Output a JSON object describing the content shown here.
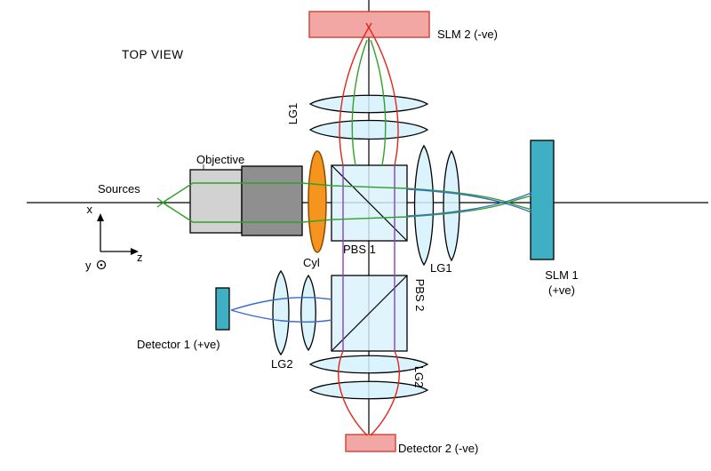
{
  "diagram": {
    "view_label": "TOP VIEW",
    "components": {
      "slm2": {
        "label": "SLM 2 (-ve)"
      },
      "slm1": {
        "label_line1": "SLM 1",
        "label_line2": "(+ve)"
      },
      "lg1_top": {
        "label": "LG1"
      },
      "lg1_right": {
        "label": "LG1"
      },
      "lg2_left": {
        "label": "LG2"
      },
      "lg2_bottom": {
        "label": "LG2"
      },
      "pbs1": {
        "label": "PBS 1"
      },
      "pbs2": {
        "label": "PBS 2"
      },
      "cyl": {
        "label": "Cyl"
      },
      "objective": {
        "label": "Objective"
      },
      "sources": {
        "label": "Sources"
      },
      "detector1": {
        "label": "Detector 1 (+ve)"
      },
      "detector2": {
        "label": "Detector 2 (-ve)"
      }
    },
    "axes": {
      "x": "x",
      "y": "y",
      "z": "z"
    }
  },
  "colors": {
    "pink_fill": "#f3a7a5",
    "pink_border": "#cf4a45",
    "teal_fill": "#3fb0c4",
    "lens_fill": "#d5f1fb",
    "pbs_fill": "#d8f2fb",
    "cyl_fill": "#f5941e",
    "cyl_border": "#8a4a00",
    "objective_light": "#d2d2d2",
    "objective_dark": "#8f8f8f",
    "ray_green": "#2fa32a",
    "ray_red": "#e1251b",
    "ray_blue": "#3a6cc6",
    "ray_purple": "#8c3fc0"
  }
}
